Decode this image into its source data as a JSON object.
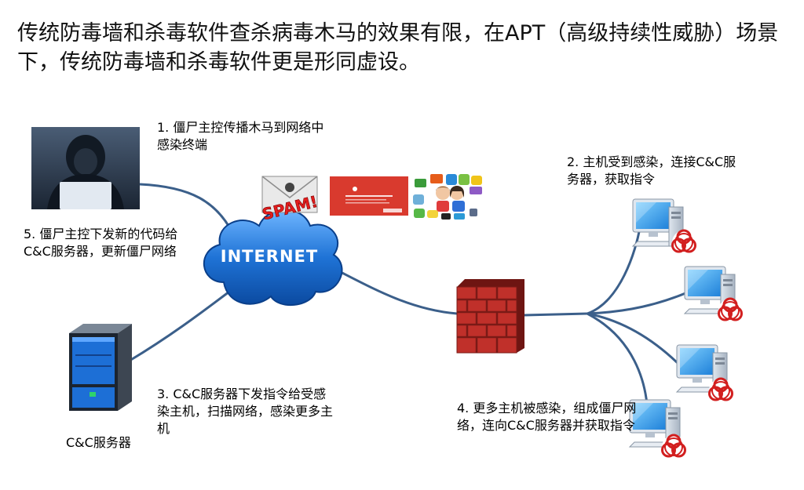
{
  "title": "传统防毒墙和杀毒软件查杀病毒木马的效果有限，在APT（高级持续性威胁）场景下，传统防毒墙和杀毒软件更是形同虚设。",
  "steps": {
    "s1": "1. 僵尸主控传播木马到网络中感染终端",
    "s2": "2. 主机受到感染，连接C&C服务器，获取指令",
    "s3": "3. C&C服务器下发指令给受感染主机，扫描网络，感染更多主机",
    "s4": "4. 更多主机被感染，组成僵尸网络，连向C&C服务器并获取指令",
    "s5": "5. 僵尸主控下发新的代码给C&C服务器，更新僵尸网络"
  },
  "server_label": "C&C服务器",
  "cloud_label": "INTERNET",
  "spam_label": "SPAM!",
  "colors": {
    "line": "#3b5f8a",
    "cloud": "#1f73d6",
    "brick": "#c0302a",
    "biohazard": "#d21f1f"
  }
}
